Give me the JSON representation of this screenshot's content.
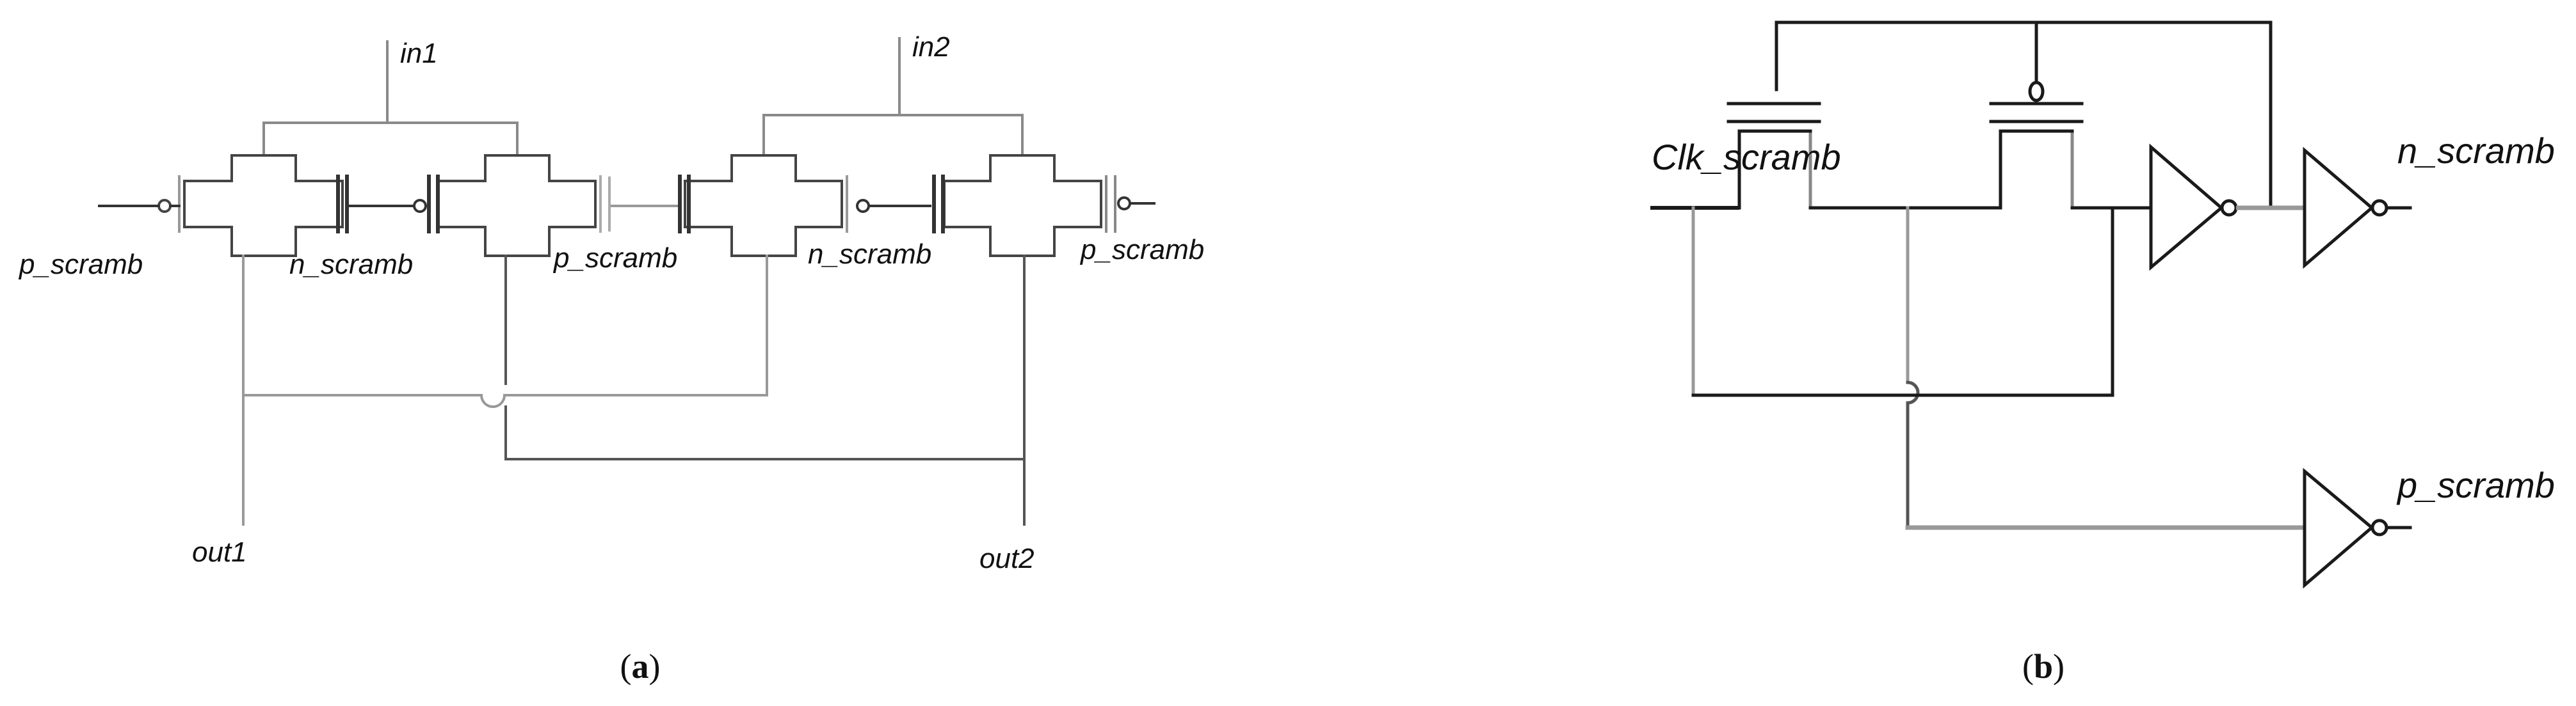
{
  "panel_a": {
    "caption_open": "(",
    "caption_letter": "a",
    "caption_close": ")",
    "labels": {
      "in1": "in1",
      "in2": "in2",
      "out1": "out1",
      "out2": "out2",
      "p_scramb_left": "p_scramb",
      "n_scramb_1": "n_scramb",
      "p_scramb_mid": "p_scramb",
      "n_scramb_2": "n_scramb",
      "p_scramb_right": "p_scramb"
    }
  },
  "panel_b": {
    "caption_open": "(",
    "caption_letter": "b",
    "caption_close": ")",
    "labels": {
      "clk": "Clk_scramb",
      "n_out": "n_scramb",
      "p_out": "p_scramb"
    }
  },
  "colors": {
    "wire_dark": "#1a1a1a",
    "wire_gray": "#8a8a8a",
    "wire_light": "#b5b5b5"
  }
}
